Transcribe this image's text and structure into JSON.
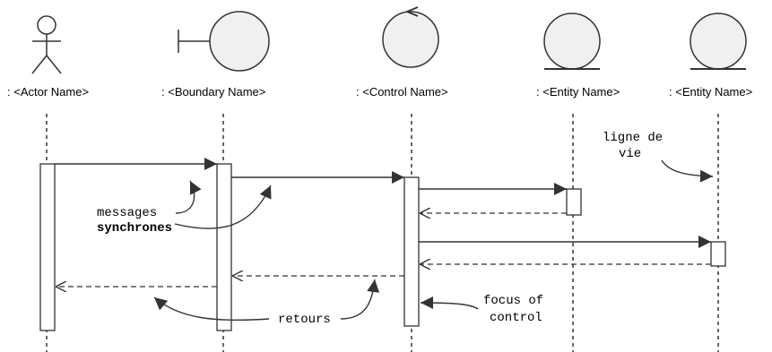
{
  "participants": [
    {
      "kind": "actor",
      "label": ": <Actor Name>",
      "icon": "actor-stick-figure-icon"
    },
    {
      "kind": "boundary",
      "label": ": <Boundary Name>",
      "icon": "boundary-icon"
    },
    {
      "kind": "control",
      "label": ": <Control Name>",
      "icon": "control-icon"
    },
    {
      "kind": "entity",
      "label": ": <Entity Name>",
      "icon": "entity-icon"
    },
    {
      "kind": "entity",
      "label": ": <Entity Name>",
      "icon": "entity-icon"
    }
  ],
  "annotations": {
    "messages_line1": "messages",
    "messages_line2": "synchrones",
    "lifeline_line1": "ligne de",
    "lifeline_line2": "vie",
    "returns": "retours",
    "focus_line1": "focus of",
    "focus_line2": "control"
  },
  "colors": {
    "shape_fill": "#f0f0f0",
    "stroke": "#333333",
    "arrow": "#333333"
  }
}
